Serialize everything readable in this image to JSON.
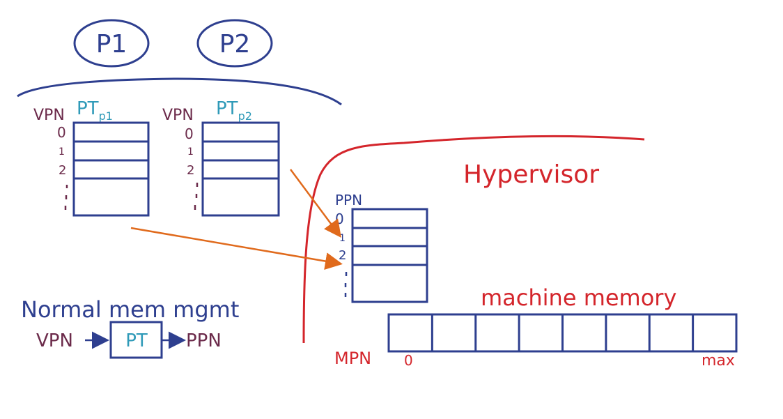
{
  "colors": {
    "blue": "#2e3f8f",
    "purple": "#6b2a4a",
    "teal": "#2f9ab8",
    "red": "#d4252b",
    "orange": "#e06a1c"
  },
  "processes": [
    {
      "label": "P1"
    },
    {
      "label": "P2"
    }
  ],
  "page_tables": [
    {
      "vpn_label": "VPN",
      "pt_label": "PT",
      "pt_sub": "p1",
      "rows": [
        "0",
        "1",
        "2"
      ]
    },
    {
      "vpn_label": "VPN",
      "pt_label": "PT",
      "pt_sub": "p2",
      "rows": [
        "0",
        "1",
        "2"
      ]
    }
  ],
  "hypervisor": {
    "label": "Hypervisor"
  },
  "ppn_table": {
    "label": "PPN",
    "rows": [
      "0",
      "1",
      "2"
    ]
  },
  "machine_memory": {
    "label": "machine memory",
    "mpn_label": "MPN",
    "start": "0",
    "end": "max",
    "cells": 8
  },
  "normal": {
    "title": "Normal mem mgmt",
    "vpn": "VPN",
    "pt": "PT",
    "ppn": "PPN"
  }
}
